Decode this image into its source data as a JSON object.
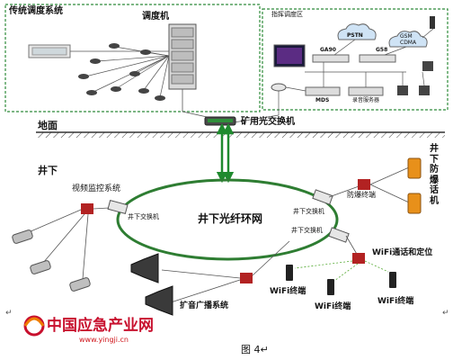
{
  "labels": {
    "traditional_dispatch": "传统调度系统",
    "dispatcher": "调度机",
    "command_area": "指挥调度区",
    "pstn": "PSTN",
    "gsm_cdma": "GSM\nCDMA",
    "ga90": "GA90",
    "g58": "G58",
    "mds": "MDS",
    "recording_server": "录音服务器",
    "ground": "地面",
    "mine_switch": "矿用光交换机",
    "underground": "井下",
    "video_system": "视频监控系统",
    "ring_switch_left": "井下交换机",
    "ring_network": "井下光纤环网",
    "ring_switch_right1": "井下交换机",
    "ring_switch_right2": "井下交换机",
    "explosion_terminal": "防爆终端",
    "explosion_phone": "井\n下\n防\n爆\n话\n机",
    "wifi_location": "WiFi通话和定位",
    "wifi_terminal_1": "WiFi终端",
    "wifi_terminal_2": "WiFi终端",
    "wifi_terminal_3": "WiFi终端",
    "broadcast_system": "扩音广播系统",
    "brand": "中国应急产业网",
    "brand_url": "www.yingji.cn",
    "figure_caption": "图 4↵",
    "mark_left": "↵",
    "mark_right": "↵"
  },
  "colors": {
    "dashed_border": "#2e8b3a",
    "ring": "#2e7d32",
    "uplink": "#1f8a2e",
    "ground_line": "#333333",
    "device_red": "#b22222",
    "phone_orange": "#e8901a",
    "brand_red": "#c8102e"
  }
}
